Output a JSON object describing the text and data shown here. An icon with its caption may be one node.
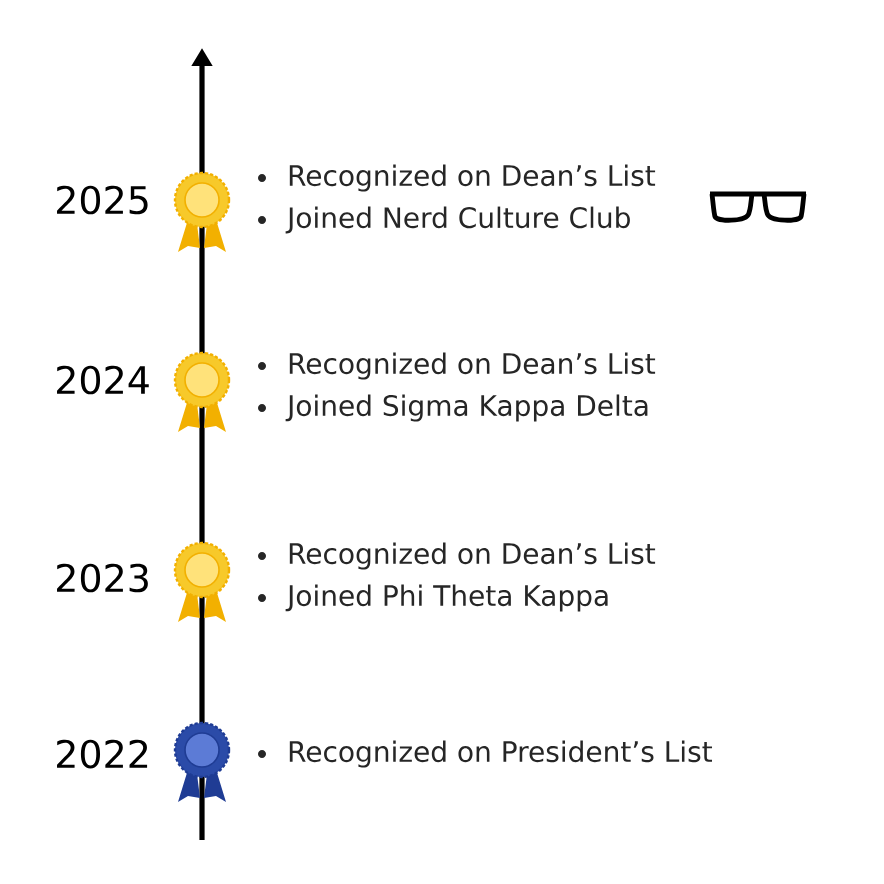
{
  "diagram": {
    "labels": [
      "2025",
      "Recognized on Dean’s List",
      "Joined Nerd Culture Club",
      "2024",
      "Recognized on Dean’s List",
      "Joined Sigma Kappa Delta",
      "2023",
      "Recognized on Dean’s List",
      "Joined Phi Theta Kappa",
      "2022",
      "Recognized on President’s List"
    ]
  }
}
